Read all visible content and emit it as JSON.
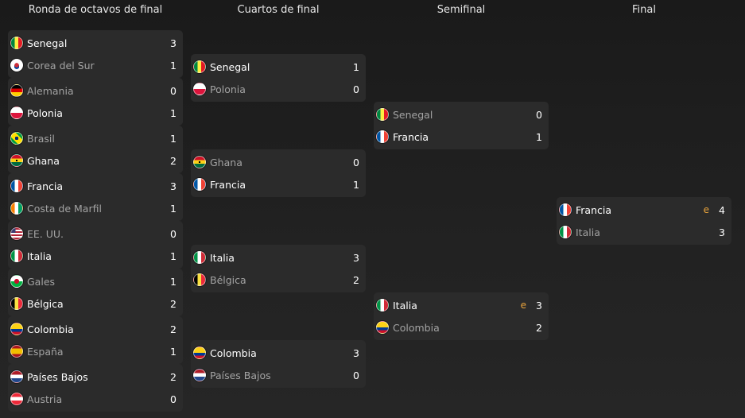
{
  "rounds": [
    {
      "title": "Ronda de octavos de final"
    },
    {
      "title": "Cuartos de final"
    },
    {
      "title": "Semifinal"
    },
    {
      "title": "Final"
    }
  ],
  "matches": {
    "r16": [
      {
        "top": {
          "team": "Senegal",
          "score": "3",
          "flag": "senegal",
          "winner": true
        },
        "bottom": {
          "team": "Corea del Sur",
          "score": "1",
          "flag": "korea",
          "winner": false
        }
      },
      {
        "top": {
          "team": "Alemania",
          "score": "0",
          "flag": "germany",
          "winner": false
        },
        "bottom": {
          "team": "Polonia",
          "score": "1",
          "flag": "poland",
          "winner": true
        }
      },
      {
        "top": {
          "team": "Brasil",
          "score": "1",
          "flag": "brazil",
          "winner": false
        },
        "bottom": {
          "team": "Ghana",
          "score": "2",
          "flag": "ghana",
          "winner": true
        }
      },
      {
        "top": {
          "team": "Francia",
          "score": "3",
          "flag": "france",
          "winner": true
        },
        "bottom": {
          "team": "Costa de Marfil",
          "score": "1",
          "flag": "ivorycoast",
          "winner": false
        }
      },
      {
        "top": {
          "team": "EE. UU.",
          "score": "0",
          "flag": "usa",
          "winner": false
        },
        "bottom": {
          "team": "Italia",
          "score": "1",
          "flag": "italy",
          "winner": true
        }
      },
      {
        "top": {
          "team": "Gales",
          "score": "1",
          "flag": "wales",
          "winner": false
        },
        "bottom": {
          "team": "Bélgica",
          "score": "2",
          "flag": "belgium",
          "winner": true
        }
      },
      {
        "top": {
          "team": "Colombia",
          "score": "2",
          "flag": "colombia",
          "winner": true
        },
        "bottom": {
          "team": "España",
          "score": "1",
          "flag": "spain",
          "winner": false
        }
      },
      {
        "top": {
          "team": "Países Bajos",
          "score": "2",
          "flag": "netherlands",
          "winner": true
        },
        "bottom": {
          "team": "Austria",
          "score": "0",
          "flag": "austria",
          "winner": false
        }
      }
    ],
    "qf": [
      {
        "top": {
          "team": "Senegal",
          "score": "1",
          "flag": "senegal",
          "winner": true
        },
        "bottom": {
          "team": "Polonia",
          "score": "0",
          "flag": "poland",
          "winner": false
        }
      },
      {
        "top": {
          "team": "Ghana",
          "score": "0",
          "flag": "ghana",
          "winner": false
        },
        "bottom": {
          "team": "Francia",
          "score": "1",
          "flag": "france",
          "winner": true
        }
      },
      {
        "top": {
          "team": "Italia",
          "score": "3",
          "flag": "italy",
          "winner": true
        },
        "bottom": {
          "team": "Bélgica",
          "score": "2",
          "flag": "belgium",
          "winner": false
        }
      },
      {
        "top": {
          "team": "Colombia",
          "score": "3",
          "flag": "colombia",
          "winner": true
        },
        "bottom": {
          "team": "Países Bajos",
          "score": "0",
          "flag": "netherlands",
          "winner": false
        }
      }
    ],
    "sf": [
      {
        "top": {
          "team": "Senegal",
          "score": "0",
          "flag": "senegal",
          "winner": false
        },
        "bottom": {
          "team": "Francia",
          "score": "1",
          "flag": "france",
          "winner": true
        }
      },
      {
        "top": {
          "team": "Italia",
          "score": "3",
          "flag": "italy",
          "winner": true,
          "extra": "e"
        },
        "bottom": {
          "team": "Colombia",
          "score": "2",
          "flag": "colombia",
          "winner": false
        }
      }
    ],
    "final": [
      {
        "top": {
          "team": "Francia",
          "score": "4",
          "flag": "france",
          "winner": true,
          "extra": "e"
        },
        "bottom": {
          "team": "Italia",
          "score": "3",
          "flag": "italy",
          "winner": false
        }
      }
    ]
  },
  "colors": {
    "background": "#1e1e1e",
    "card": "#2b2b2b",
    "winner_text": "#ffffff",
    "loser_text": "#a3a3a3",
    "extra_time": "#e8a33c"
  }
}
